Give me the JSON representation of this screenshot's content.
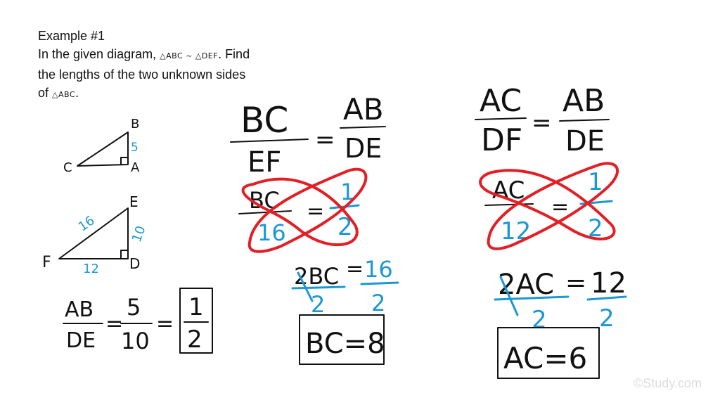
{
  "example": {
    "heading": "Example #1",
    "line1_pre": "In the given diagram,",
    "similarity": "△ABC ~ △DEF",
    "line1_post": ". Find",
    "line2": "the lengths of the two unknown sides",
    "line3_pre": "of",
    "triangle_name": "△ABC",
    "line3_post": "."
  },
  "triangle_abc": {
    "vertex_b": "B",
    "vertex_c": "C",
    "vertex_a": "A",
    "side_ab": "5"
  },
  "triangle_def": {
    "vertex_e": "E",
    "vertex_f": "F",
    "vertex_d": "D",
    "side_ef": "16",
    "side_ed": "10",
    "side_fd": "12"
  },
  "ratio": {
    "num1": "AB",
    "den1": "DE",
    "eq1": "=",
    "num2": "5",
    "den2": "10",
    "eq2": "=",
    "num3": "1",
    "den3": "2"
  },
  "bc_work": {
    "num1": "BC",
    "den1": "EF",
    "eq1": "=",
    "num2": "AB",
    "den2": "DE",
    "cross_num1": "BC",
    "cross_den1": "16",
    "cross_eq": "=",
    "cross_num2": "1",
    "cross_den2": "2",
    "step_left": "2BC",
    "step_left_den": "2",
    "step_eq": "=",
    "step_right": "16",
    "step_right_den": "2",
    "answer": "BC=8"
  },
  "ac_work": {
    "num1": "AC",
    "den1": "DF",
    "eq1": "=",
    "num2": "AB",
    "den2": "DE",
    "cross_num1": "AC",
    "cross_den1": "12",
    "cross_eq": "=",
    "cross_num2": "1",
    "cross_den2": "2",
    "step_left": "2AC",
    "step_left_den": "2",
    "step_eq": "=",
    "step_right": "12",
    "step_right_den": "2",
    "answer": "AC=6"
  },
  "watermark": "©Study.com",
  "colors": {
    "ink": "#111111",
    "blue": "#1d97d4",
    "red": "#e31e24"
  }
}
